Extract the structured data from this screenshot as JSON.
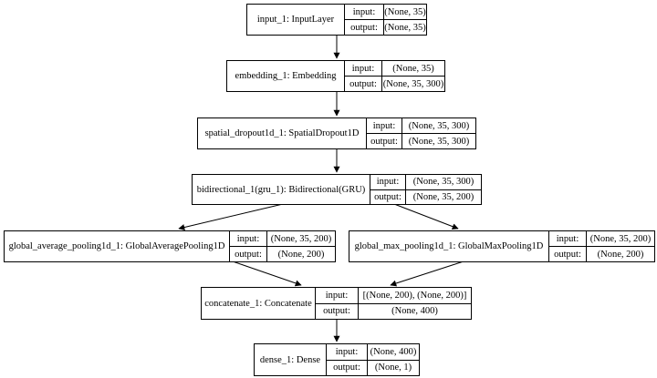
{
  "labels": {
    "input": "input:",
    "output": "output:"
  },
  "nodes": [
    {
      "id": "n0",
      "name": "input_1: InputLayer",
      "input": "(None, 35)",
      "output": "(None, 35)"
    },
    {
      "id": "n1",
      "name": "embedding_1: Embedding",
      "input": "(None, 35)",
      "output": "(None, 35, 300)"
    },
    {
      "id": "n2",
      "name": "spatial_dropout1d_1: SpatialDropout1D",
      "input": "(None, 35, 300)",
      "output": "(None, 35, 300)"
    },
    {
      "id": "n3",
      "name": "bidirectional_1(gru_1): Bidirectional(GRU)",
      "input": "(None, 35, 300)",
      "output": "(None, 35, 200)"
    },
    {
      "id": "n4",
      "name": "global_average_pooling1d_1: GlobalAveragePooling1D",
      "input": "(None, 35, 200)",
      "output": "(None, 200)"
    },
    {
      "id": "n5",
      "name": "global_max_pooling1d_1: GlobalMaxPooling1D",
      "input": "(None, 35, 200)",
      "output": "(None, 200)"
    },
    {
      "id": "n6",
      "name": "concatenate_1: Concatenate",
      "input": "[(None, 200), (None, 200)]",
      "output": "(None, 400)"
    },
    {
      "id": "n7",
      "name": "dense_1: Dense",
      "input": "(None, 400)",
      "output": "(None, 1)"
    }
  ]
}
